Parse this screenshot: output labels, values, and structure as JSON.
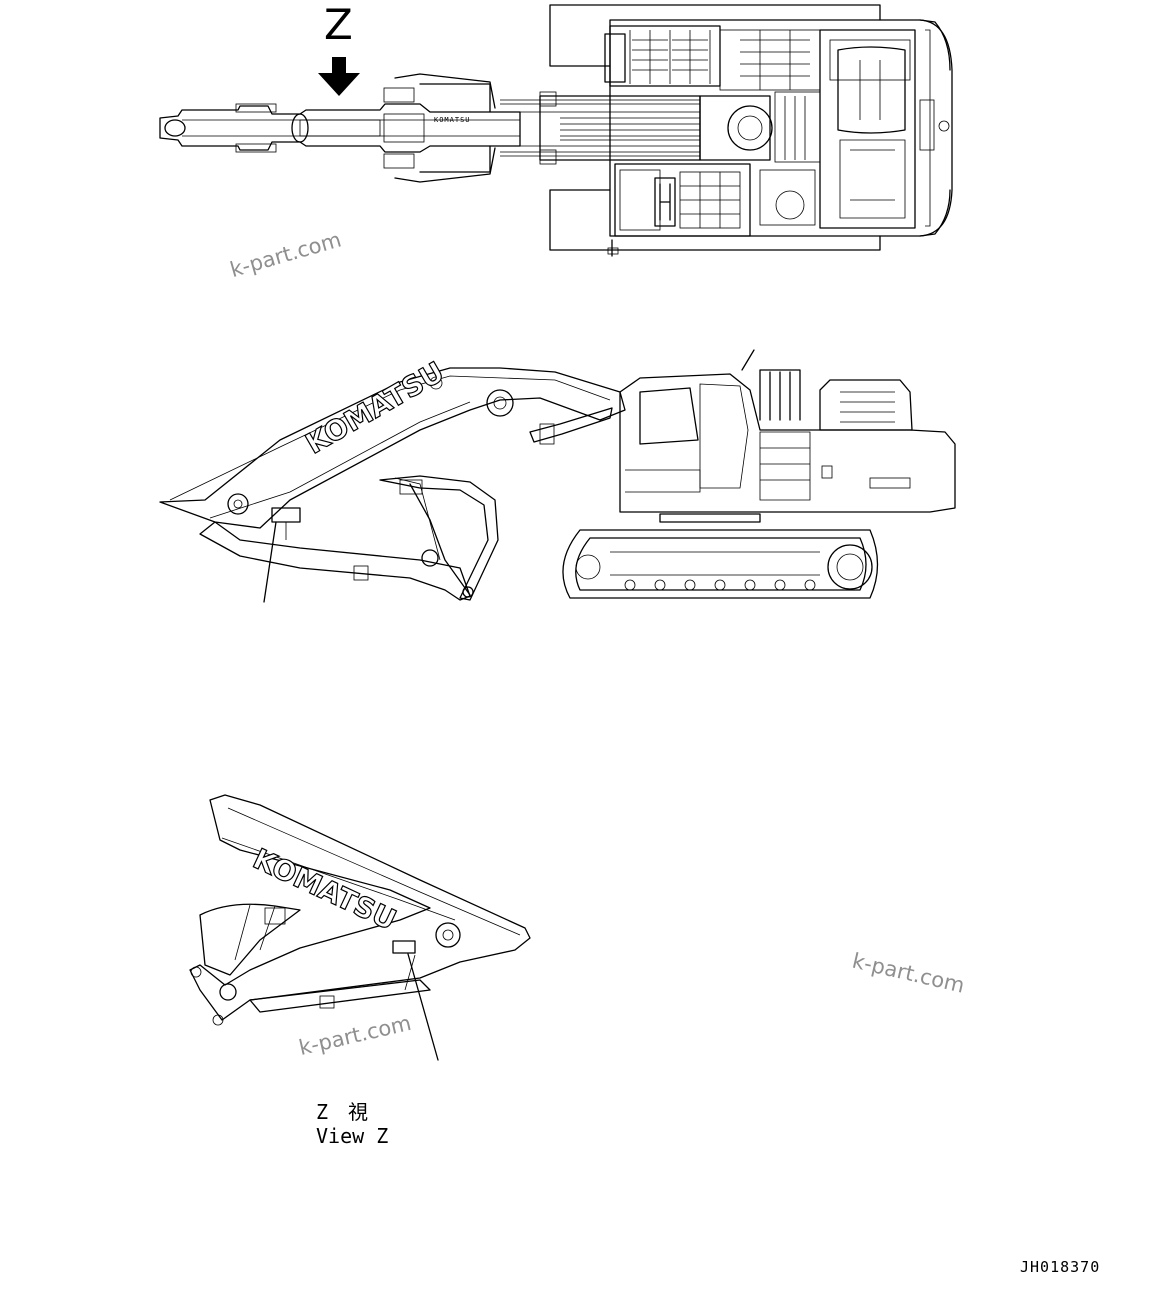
{
  "view_letter": "Z",
  "top_view": {
    "brand_text": "KOMATSU"
  },
  "side_view": {
    "brand_text": "KOMATSU"
  },
  "view_z": {
    "brand_text": "KOMATSU",
    "caption_jp": "Z　視",
    "caption_en": "View Z"
  },
  "watermarks": [
    "k-part.com",
    "k-part.com",
    "k-part.com"
  ],
  "drawing_number": "JH018370",
  "icons": [
    "view-direction-arrow-icon"
  ]
}
